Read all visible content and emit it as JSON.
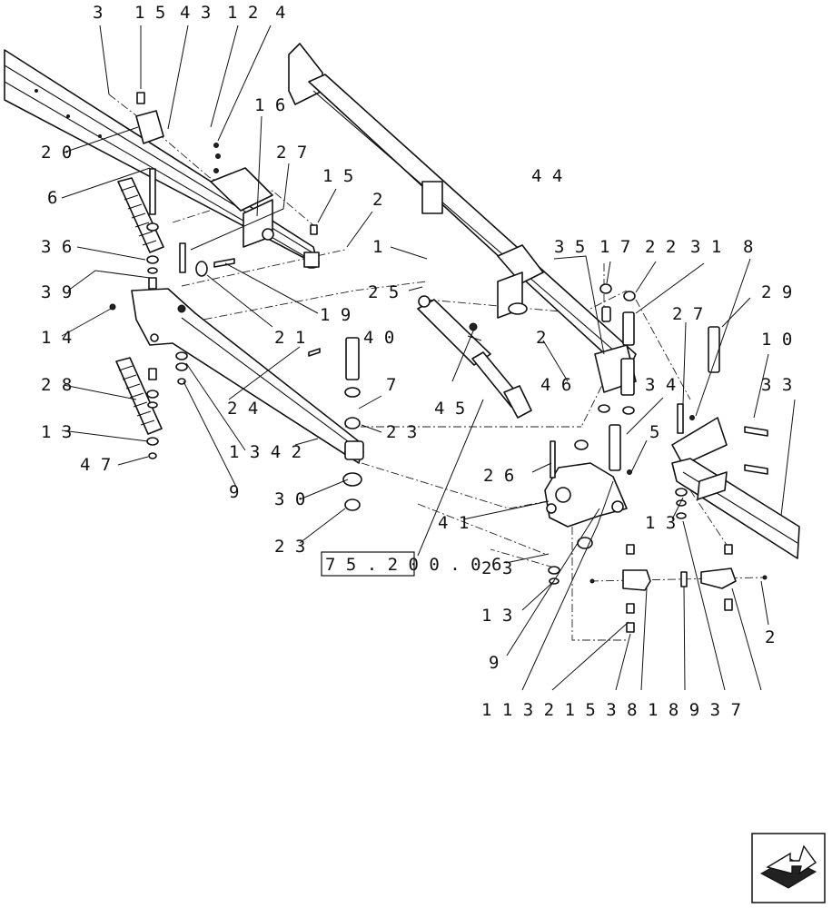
{
  "callouts": {
    "l_3a": "3",
    "l_15a": "1 5",
    "l_43": "4 3",
    "l_12": "1 2",
    "l_4": "4",
    "l_16": "1 6",
    "l_20": "2 0",
    "l_27a": "2 7",
    "l_6": "6",
    "l_15b": "1 5",
    "l_2a": "2",
    "l_1": "1",
    "l_36": "3 6",
    "l_25": "2 5",
    "l_39": "3 9",
    "l_19": "1 9",
    "l_21": "2 1",
    "l_14": "1 4",
    "l_40": "4 0",
    "l_24": "2 4",
    "l_28": "2 8",
    "l_7": "7",
    "l_23a": "2 3",
    "l_13a": "1 3",
    "l_42": "1 3 4 2",
    "l_47": "4 7",
    "l_9a": "9",
    "l_30": "3 0",
    "l_23b": "2 3",
    "l_44": "4 4",
    "l_35": "3 5",
    "l_17": "1 7",
    "l_22": "2 2",
    "l_31": "3 1",
    "l_8": "8",
    "l_29": "2 9",
    "l_27b": "2 7",
    "l_10": "1 0",
    "l_2b": "2",
    "l_46": "4 6",
    "l_34": "3 4",
    "l_33": "3 3",
    "l_45": "4 5",
    "l_5": "5",
    "l_26": "2 6",
    "l_41": "4 1",
    "l_23c": "2 3",
    "l_13b": "1 3",
    "l_13c": "1 3",
    "l_9b": "9",
    "l_2c": "2",
    "l_bottom": "1 1 3 2 1 5 3 8 1 8 9 3 7"
  },
  "reference_box": "7 5 . 2 0 0 . 0 6",
  "nav_icon": "next-page-arrow-icon"
}
